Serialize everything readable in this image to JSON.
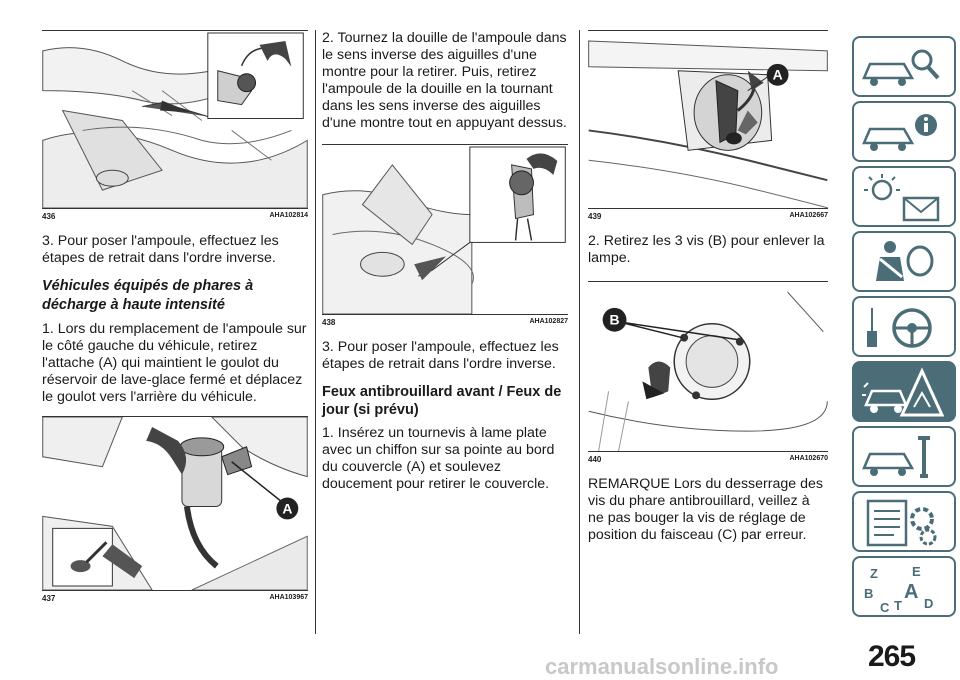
{
  "page_number": "265",
  "watermark": "carmanualsonline.info",
  "col1": {
    "fig1": {
      "num": "436",
      "code": "AHA102814"
    },
    "p1": "3. Pour poser l'ampoule, effectuez les étapes de retrait dans l'ordre inverse.",
    "heading": "Véhicules équipés de phares à décharge à haute intensité",
    "p2": "1. Lors du remplacement de l'ampoule sur le côté gauche du véhicule, retirez l'attache (A) qui maintient le goulot du réservoir de lave-glace fermé et déplacez le goulot vers l'arrière du véhicule.",
    "fig2": {
      "num": "437",
      "code": "AHA103967",
      "label": "A"
    }
  },
  "col2": {
    "p1": "2. Tournez la douille de l'ampoule dans le sens inverse des aiguilles d'une montre pour la retirer. Puis, retirez l'ampoule de la douille en la tournant dans les sens inverse des aiguilles d'une montre tout en appuyant dessus.",
    "fig": {
      "num": "438",
      "code": "AHA102827"
    },
    "p2": "3. Pour poser l'ampoule, effectuez les étapes de retrait dans l'ordre inverse.",
    "heading": "Feux antibrouillard avant / Feux de jour (si prévu)",
    "p3": "1. Insérez un tournevis à lame plate avec un chiffon sur sa pointe au bord du couvercle (A) et soulevez doucement pour retirer le couvercle."
  },
  "col3": {
    "fig1": {
      "num": "439",
      "code": "AHA102667",
      "label": "A"
    },
    "p1": "2. Retirez les 3 vis (B) pour enlever la lampe.",
    "fig2": {
      "num": "440",
      "code": "AHA102670",
      "label": "B"
    },
    "p2": "REMARQUE Lors du desserrage des vis du phare antibrouillard, veillez à ne pas bouger la vis de réglage de position du faisceau (C) par erreur."
  },
  "tabs": {
    "icons": [
      "car-search-icon",
      "car-info-icon",
      "warning-lights-icon",
      "seatbelt-airbag-icon",
      "steering-wheel-icon",
      "car-breakdown-icon",
      "car-service-icon",
      "specifications-icon",
      "alphabetical-index-icon"
    ],
    "index_letters": [
      "Z",
      "E",
      "B",
      "A",
      "C",
      "T",
      "D"
    ],
    "accent_color": "#4a6d78"
  }
}
